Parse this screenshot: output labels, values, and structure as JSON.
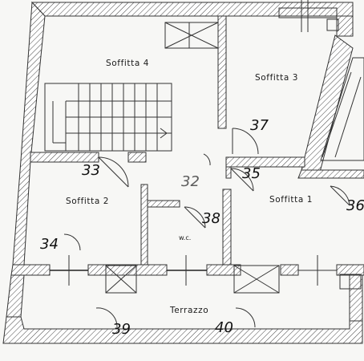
{
  "rooms": {
    "soffitta_4": "Soffitta 4",
    "soffitta_3": "Soffitta 3",
    "soffitta_2": "Soffitta 2",
    "soffitta_1": "Soffitta 1",
    "wc": "w.c.",
    "terrazzo": "Terrazzo"
  },
  "photo_points": {
    "p32": "32",
    "p33": "33",
    "p34": "34",
    "p35": "35",
    "p36": "36",
    "p37": "37",
    "p38": "38",
    "p39": "39",
    "p40": "40"
  }
}
